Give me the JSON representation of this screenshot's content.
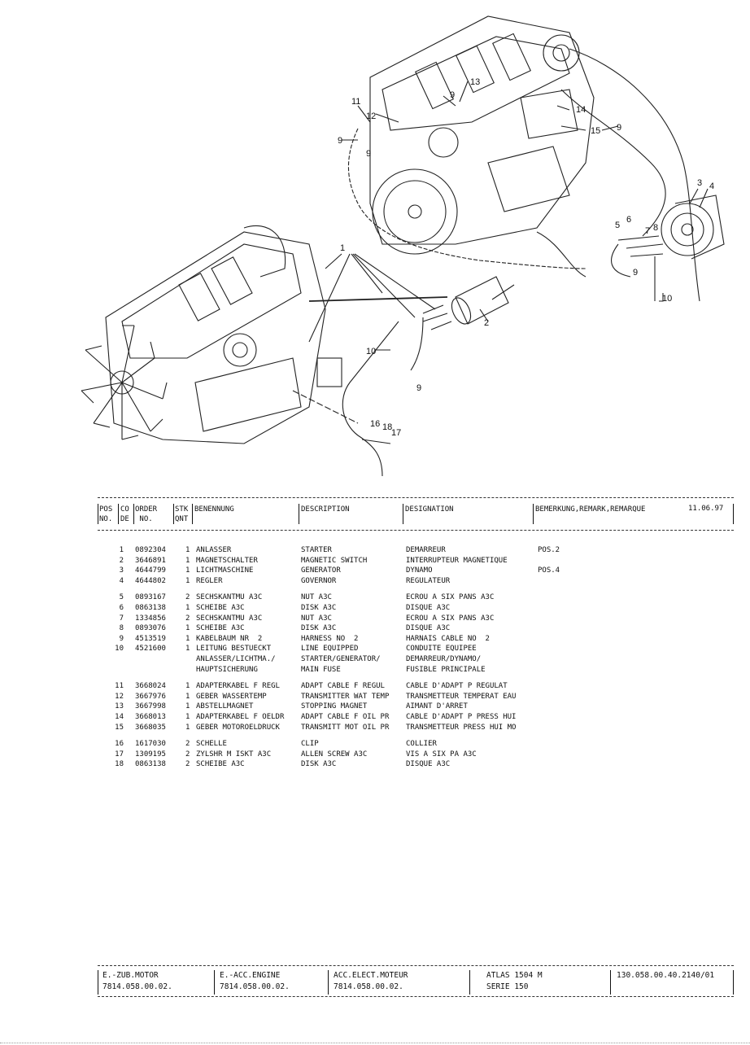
{
  "callouts": {
    "c1": "1",
    "c2": "2",
    "c3": "3",
    "c4": "4",
    "c5": "5",
    "c6": "6",
    "c7": "7",
    "c8": "8",
    "c9a": "9",
    "c9b": "9",
    "c9c": "9",
    "c9d": "9",
    "c9e": "9",
    "c9f": "9",
    "c10a": "10",
    "c10b": "10",
    "c11": "11",
    "c12": "12",
    "c13": "13",
    "c14": "14",
    "c15": "15",
    "c16": "16",
    "c17": "17",
    "c18": "18"
  },
  "header": {
    "pos": "POS\nNO.",
    "code": "CO\nDE",
    "order": "ORDER\n NO.",
    "qty": "STK\nQNT",
    "benennung": "BENENNUNG",
    "description": "DESCRIPTION",
    "designation": "DESIGNATION",
    "remark": "BEMERKUNG,REMARK,REMARQUE",
    "date": "11.06.97"
  },
  "groups": [
    [
      {
        "pos": "1",
        "order": "0892304",
        "qty": "1",
        "name": "ANLASSER",
        "desc": "STARTER",
        "desig": "DEMARREUR",
        "rem": "POS.2"
      },
      {
        "pos": "2",
        "order": "3646891",
        "qty": "1",
        "name": "MAGNETSCHALTER",
        "desc": "MAGNETIC SWITCH",
        "desig": "INTERRUPTEUR MAGNETIQUE",
        "rem": ""
      },
      {
        "pos": "3",
        "order": "4644799",
        "qty": "1",
        "name": "LICHTMASCHINE",
        "desc": "GENERATOR",
        "desig": "DYNAMO",
        "rem": "POS.4"
      },
      {
        "pos": "4",
        "order": "4644802",
        "qty": "1",
        "name": "REGLER",
        "desc": "GOVERNOR",
        "desig": "REGULATEUR",
        "rem": ""
      }
    ],
    [
      {
        "pos": "5",
        "order": "0893167",
        "qty": "2",
        "name": "SECHSKANTMU A3C",
        "desc": "NUT A3C",
        "desig": "ECROU A SIX PANS A3C",
        "rem": ""
      },
      {
        "pos": "6",
        "order": "0863138",
        "qty": "1",
        "name": "SCHEIBE A3C",
        "desc": "DISK A3C",
        "desig": "DISQUE A3C",
        "rem": ""
      },
      {
        "pos": "7",
        "order": "1334856",
        "qty": "2",
        "name": "SECHSKANTMU A3C",
        "desc": "NUT A3C",
        "desig": "ECROU A SIX PANS A3C",
        "rem": ""
      },
      {
        "pos": "8",
        "order": "0893076",
        "qty": "1",
        "name": "SCHEIBE A3C",
        "desc": "DISK A3C",
        "desig": "DISQUE A3C",
        "rem": ""
      },
      {
        "pos": "9",
        "order": "4513519",
        "qty": "1",
        "name": "KABELBAUM NR  2",
        "desc": "HARNESS NO  2",
        "desig": "HARNAIS CABLE NO  2",
        "rem": ""
      },
      {
        "pos": "10",
        "order": "4521600",
        "qty": "1",
        "name": "LEITUNG BESTUECKT",
        "desc": "LINE EQUIPPED",
        "desig": "CONDUITE EQUIPEE",
        "rem": ""
      },
      {
        "pos": "",
        "order": "",
        "qty": "",
        "name": "ANLASSER/LICHTMA./",
        "desc": "STARTER/GENERATOR/",
        "desig": "DEMARREUR/DYNAMO/",
        "rem": ""
      },
      {
        "pos": "",
        "order": "",
        "qty": "",
        "name": "HAUPTSICHERUNG",
        "desc": "MAIN FUSE",
        "desig": "FUSIBLE PRINCIPALE",
        "rem": ""
      }
    ],
    [
      {
        "pos": "11",
        "order": "3668024",
        "qty": "1",
        "name": "ADAPTERKABEL F REGL",
        "desc": "ADAPT CABLE F REGUL",
        "desig": "CABLE D'ADAPT P REGULAT",
        "rem": ""
      },
      {
        "pos": "12",
        "order": "3667976",
        "qty": "1",
        "name": "GEBER WASSERTEMP",
        "desc": "TRANSMITTER WAT TEMP",
        "desig": "TRANSMETTEUR TEMPERAT EAU",
        "rem": ""
      },
      {
        "pos": "13",
        "order": "3667998",
        "qty": "1",
        "name": "ABSTELLMAGNET",
        "desc": "STOPPING MAGNET",
        "desig": "AIMANT D'ARRET",
        "rem": ""
      },
      {
        "pos": "14",
        "order": "3668013",
        "qty": "1",
        "name": "ADAPTERKABEL F OELDR",
        "desc": "ADAPT CABLE F OIL PR",
        "desig": "CABLE D'ADAPT P PRESS HUI",
        "rem": ""
      },
      {
        "pos": "15",
        "order": "3668035",
        "qty": "1",
        "name": "GEBER MOTOROELDRUCK",
        "desc": "TRANSMITT MOT OIL PR",
        "desig": "TRANSMETTEUR PRESS HUI MO",
        "rem": ""
      }
    ],
    [
      {
        "pos": "16",
        "order": "1617030",
        "qty": "2",
        "name": "SCHELLE",
        "desc": "CLIP",
        "desig": "COLLIER",
        "rem": ""
      },
      {
        "pos": "17",
        "order": "1309195",
        "qty": "2",
        "name": "ZYLSHR M ISKT A3C",
        "desc": "ALLEN SCREW A3C",
        "desig": "VIS A SIX PA A3C",
        "rem": ""
      },
      {
        "pos": "18",
        "order": "0863138",
        "qty": "2",
        "name": "SCHEIBE A3C",
        "desc": "DISK A3C",
        "desig": "DISQUE A3C",
        "rem": ""
      }
    ]
  ],
  "footer": {
    "c1": "E.-ZUB.MOTOR\n7814.058.00.02.",
    "c2": "E.-ACC.ENGINE\n7814.058.00.02.",
    "c3": "ACC.ELECT.MOTEUR\n7814.058.00.02.",
    "c4": "ATLAS 1504 M\nSERIE 150",
    "c5": "130.058.00.40.2140/01"
  }
}
